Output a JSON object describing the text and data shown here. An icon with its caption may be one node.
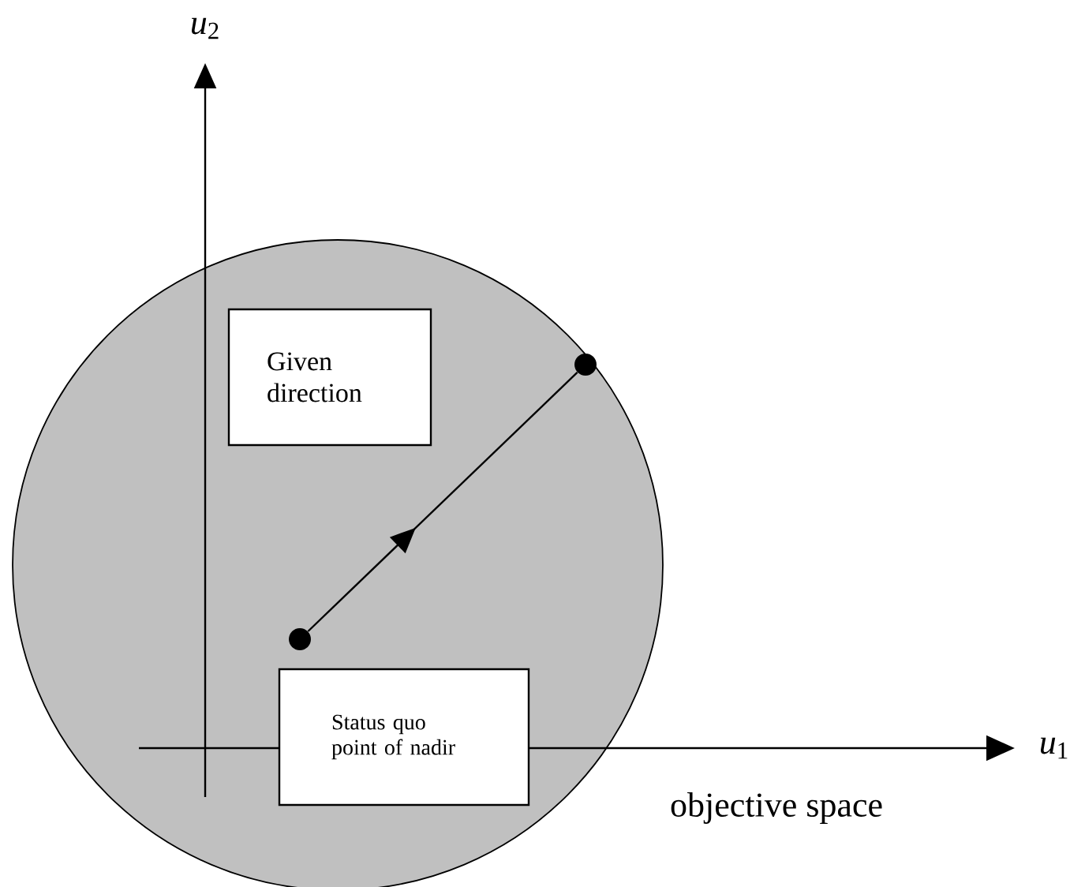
{
  "diagram": {
    "nodes": [
      {
        "text": [],
        "shape": "circle"
      },
      {
        "text": [
          "Given direction"
        ],
        "in": 0
      },
      {
        "text": [
          "Status quo point of nadir"
        ],
        "in": 0
      },
      {
        "text": [],
        "shape": "circle",
        "in": 0
      },
      {
        "text": [],
        "shape": "circle",
        "in": 0
      }
    ],
    "edges": [
      {
        "from": 3,
        "to": 4,
        "arrow": "to"
      }
    ],
    "labels": [
      "*u*$_{2}$",
      "*u*$_{1}$",
      "objective space"
    ]
  }
}
